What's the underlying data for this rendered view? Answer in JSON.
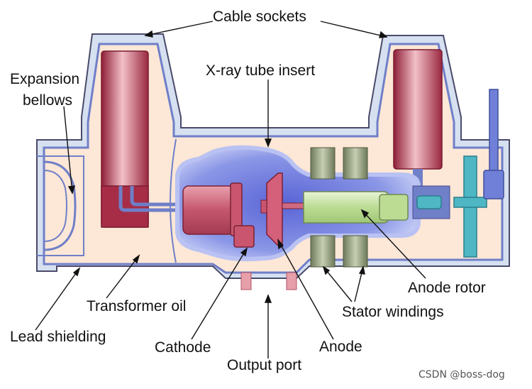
{
  "labels": {
    "cable_sockets": "Cable sockets",
    "expansion_bellows_1": "Expansion",
    "expansion_bellows_2": "bellows",
    "xray_tube_insert": "X-ray tube insert",
    "transformer_oil": "Transformer oil",
    "lead_shielding": "Lead shielding",
    "cathode": "Cathode",
    "output_port": "Output port",
    "anode": "Anode",
    "anode_rotor": "Anode rotor",
    "stator_windings": "Stator windings"
  },
  "watermark": "CSDN @boss-dog",
  "colors": {
    "housing": "#d6e0f0",
    "housing_stroke": "#4a4a6a",
    "oil": "#fde7d7",
    "tube_glass": "#7f8de0",
    "socket": "#b8364f",
    "cathode": "#c45a6e",
    "rotor": "#c9e3a8",
    "stator": "#8e9a78",
    "shaft": "#3f9fb0"
  }
}
